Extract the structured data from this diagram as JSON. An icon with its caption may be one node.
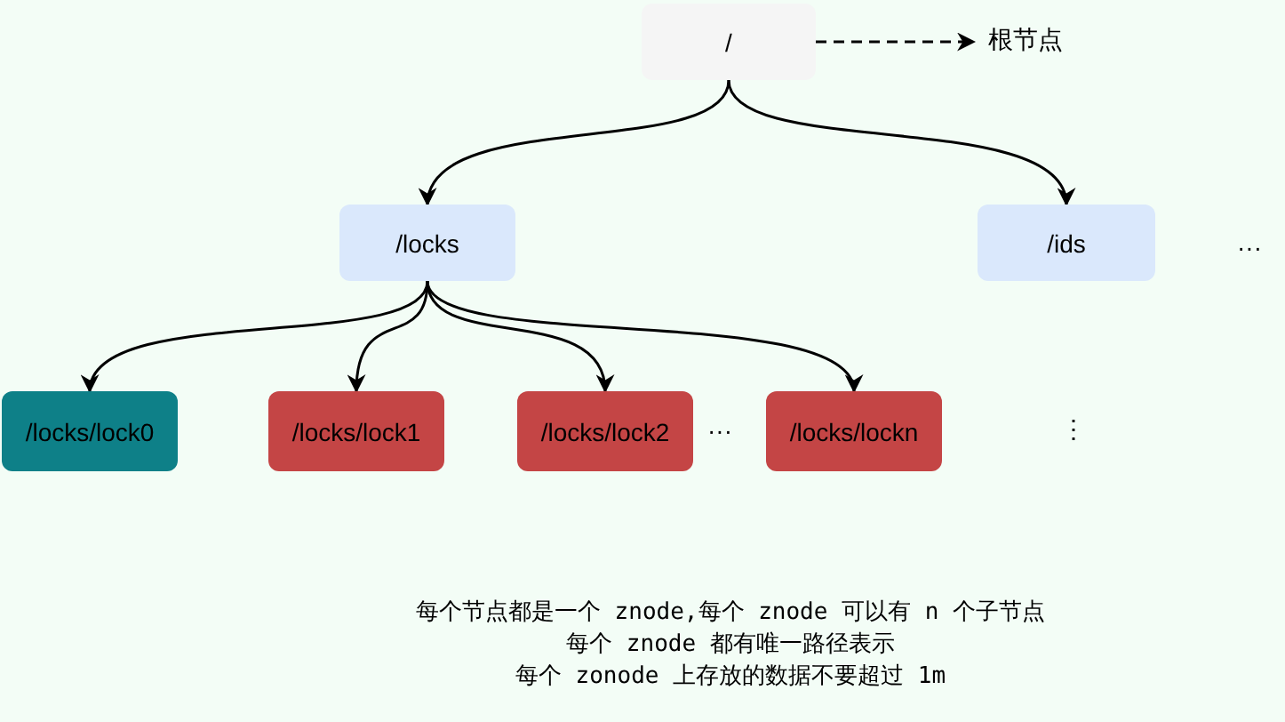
{
  "diagram": {
    "nodes": [
      {
        "text": [
          "/"
        ]
      },
      {
        "text": [
          "根节点"
        ]
      },
      {
        "text": [
          "/locks"
        ]
      },
      {
        "text": [
          "/ids"
        ]
      },
      {
        "text": [
          "/locks/lock0"
        ]
      },
      {
        "text": [
          "/locks/lock1"
        ]
      },
      {
        "text": [
          "/locks/lock2"
        ]
      },
      {
        "text": [
          "/locks/lockn"
        ]
      }
    ],
    "edges": [
      {
        "from": 0,
        "to": 1,
        "arrow": "to",
        "style": "dashed"
      },
      {
        "from": 0,
        "to": 2,
        "arrow": "to"
      },
      {
        "from": 0,
        "to": 3,
        "arrow": "to"
      },
      {
        "from": 2,
        "to": 4,
        "arrow": "to"
      },
      {
        "from": 2,
        "to": 5,
        "arrow": "to"
      },
      {
        "from": 2,
        "to": 6,
        "arrow": "to"
      },
      {
        "from": 2,
        "to": 7,
        "arrow": "to"
      }
    ],
    "labels": [
      "···",
      "···",
      "⋮",
      "每个节点都是一个 znode,每个 znode 可以有 n 个子节点",
      "每个 znode 都有唯一路径表示",
      "每个 zonode 上存放的数据不要超过 1m"
    ]
  }
}
